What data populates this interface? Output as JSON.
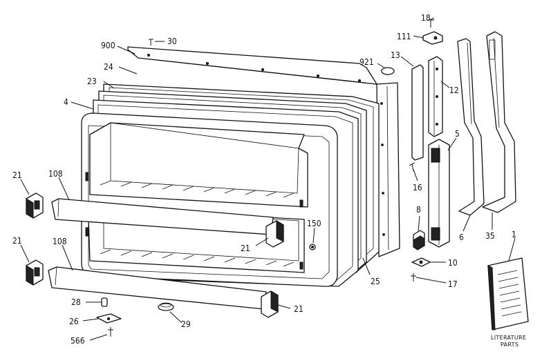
{
  "labels": {
    "l18": "18",
    "l111": "111",
    "l900": "900",
    "l30": "30",
    "l921": "921",
    "l13": "13",
    "l24": "24",
    "l12": "12",
    "l23": "23",
    "l4": "4",
    "l5": "5",
    "l21a": "21",
    "l108a": "108",
    "l16": "16",
    "l8": "8",
    "l150": "150",
    "l21b": "21",
    "l6": "6",
    "l35": "35",
    "l21c": "21",
    "l108b": "108",
    "l10": "10",
    "l25": "25",
    "l17": "17",
    "l1": "1",
    "l28": "28",
    "l21d": "21",
    "l26": "26",
    "l29": "29",
    "l566": "566"
  },
  "literature_parts": {
    "line1": "LITERATURE",
    "line2": "PARTS"
  }
}
